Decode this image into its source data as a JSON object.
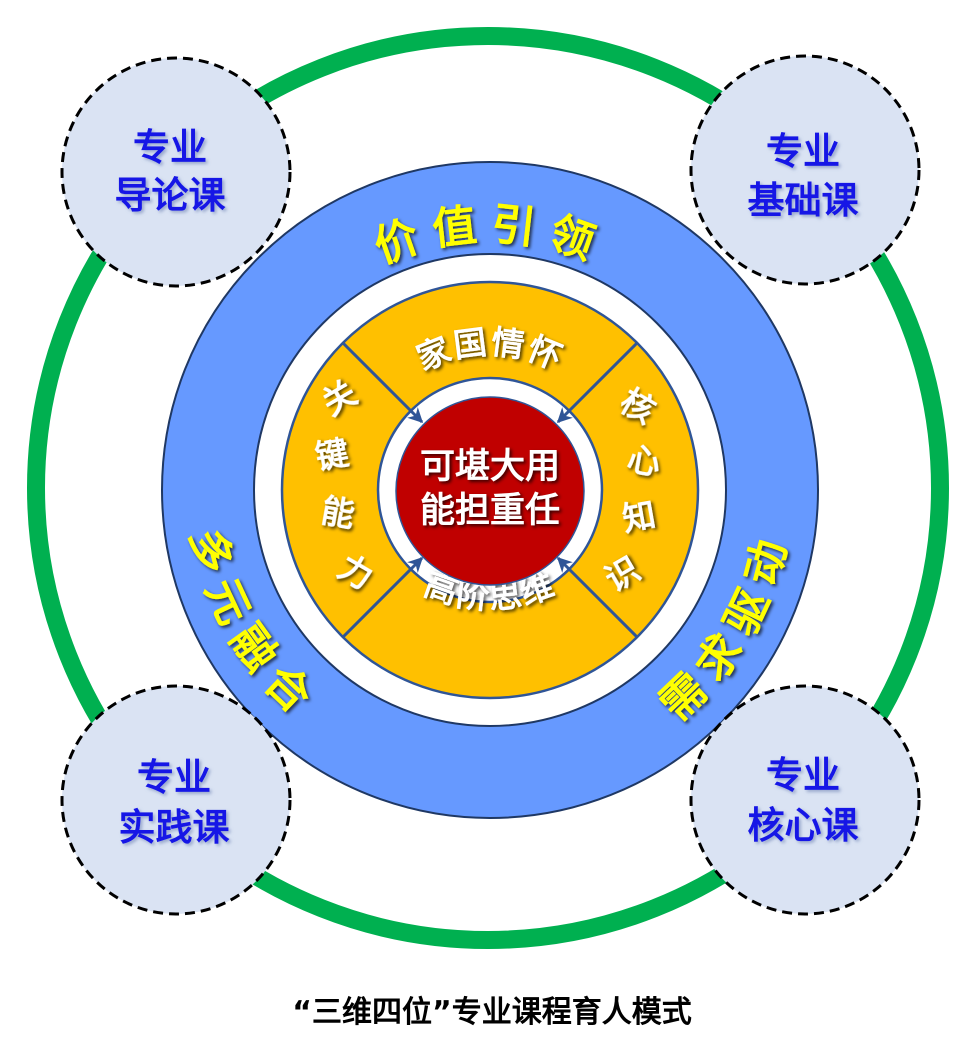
{
  "diagram": {
    "title": "“三维四位”专业课程育人模式",
    "core": {
      "line1": "可堪大用",
      "line2": "能担重任"
    },
    "inner_ring": {
      "top": "家国情怀",
      "bottom": "高阶思维",
      "left": [
        "关",
        "键",
        "能",
        "力"
      ],
      "right": [
        "核",
        "心",
        "知",
        "识"
      ]
    },
    "outer_ring": {
      "top": "价值引领",
      "right": "需求驱动",
      "left": "多元融合"
    },
    "courses": [
      {
        "line1": "专业",
        "line2": "导论课"
      },
      {
        "line1": "专业",
        "line2": "基础课"
      },
      {
        "line1": "专业",
        "line2": "实践课"
      },
      {
        "line1": "专业",
        "line2": "核心课"
      }
    ],
    "colors": {
      "green": "#00b050",
      "blue": "#6699ff",
      "orange": "#ffc000",
      "red": "#c00000",
      "course_fill": "#dae3f3",
      "course_text": "#1414e6",
      "yellow": "#ffff00"
    }
  }
}
